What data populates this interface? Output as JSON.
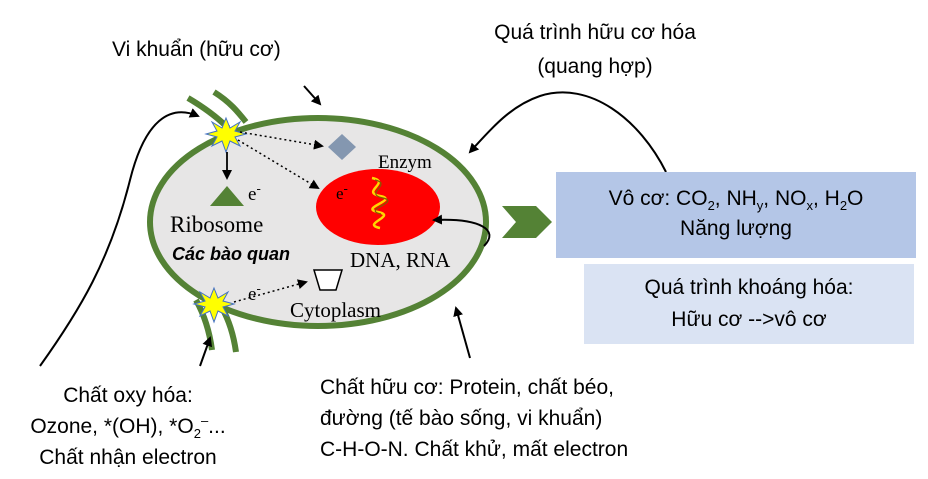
{
  "labels": {
    "bacteria": "Vi khuẩn (hữu cơ)",
    "process_org_1": "Quá trình hữu cơ hóa",
    "process_org_2": "(quang hợp)",
    "enzym": "Enzym",
    "ribosome": "Ribosome",
    "organelles": "Các bào quan",
    "dna_rna": "DNA, RNA",
    "cytoplasm": "Cytoplasm",
    "electron": "e",
    "electron_sup": "-",
    "oxidant_1": "Chất oxy hóa:",
    "oxidant_2a": "Ozone, *(OH), *O",
    "oxidant_2_sub": "2",
    "oxidant_2_sup": "–",
    "oxidant_2b": "...",
    "oxidant_3": "Chất nhận electron",
    "organic_1": "Chất hữu cơ: Protein, chất béo,",
    "organic_2": "đường (tế bào sống, vi khuẩn)",
    "organic_3": "C-H-O-N. Chất khử, mất electron"
  },
  "inorganic_box": {
    "prefix": "Vô cơ: CO",
    "co2_sub": "2",
    "nh": ", NH",
    "nh_sub": "y",
    "no": ", NO",
    "no_sub": "x",
    "h": ", H",
    "h_sub": "2",
    "o": "O",
    "line2": "Năng lượng"
  },
  "mineral_box": {
    "line1": "Quá trình khoáng hóa:",
    "line2": "Hữu cơ -->vô cơ"
  },
  "colors": {
    "membrane": "#548235",
    "nucleus": "#ff0000",
    "cell_fill": "#e7e6e6",
    "burst": "#ffff00",
    "diamond": "#8497b0",
    "triangle": "#548235",
    "inorganic_box": "#b4c6e7",
    "mineral_box": "#dae3f3"
  }
}
